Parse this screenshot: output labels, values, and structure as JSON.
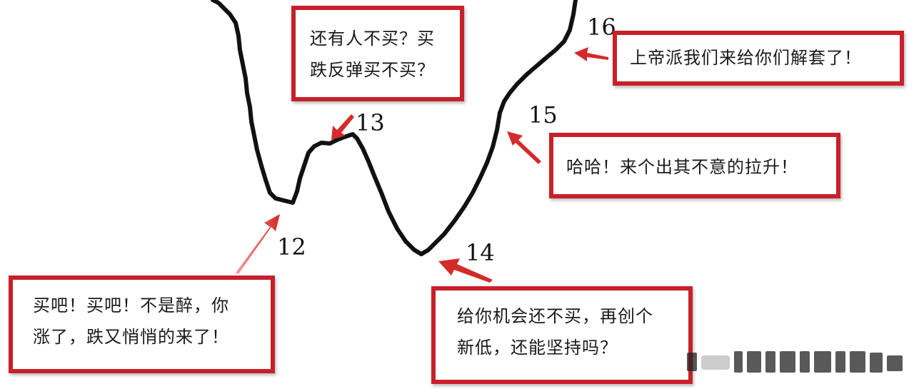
{
  "callouts": {
    "p12": {
      "number": "12",
      "lines": [
        "买吧！买吧！不是醉，你",
        "涨了，跌又悄悄的来了！"
      ]
    },
    "p13": {
      "number": "13",
      "lines": [
        "还有人不买？买",
        "跌反弹买不买？"
      ]
    },
    "p14": {
      "number": "14",
      "lines": [
        "给你机会还不买，再创个",
        "新低，还能坚持吗？"
      ]
    },
    "p15": {
      "number": "15",
      "lines": [
        "哈哈！来个出其不意的拉升！"
      ]
    },
    "p16": {
      "number": "16",
      "lines": [
        "上帝派我们来给你们解套了！"
      ]
    }
  },
  "colors": {
    "curve": "#111111",
    "box_border": "#c8202a",
    "arrow": "#d42a2a"
  }
}
